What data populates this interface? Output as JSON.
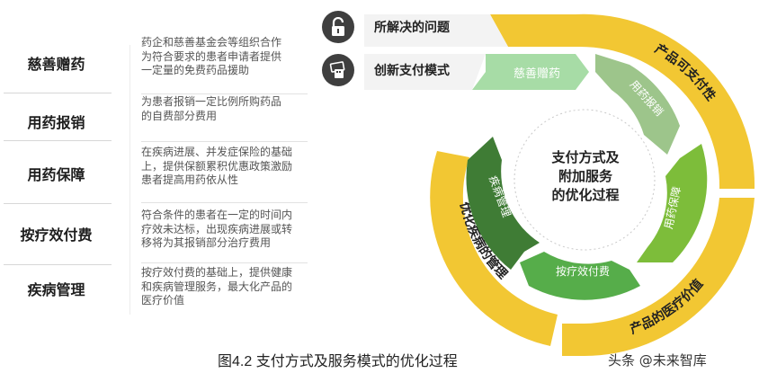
{
  "table": {
    "rows": [
      {
        "name": "慈善赠药",
        "desc": [
          "药企和慈善基金会等组织合作",
          "为符合要求的患者申请者提供",
          "一定量的免费药品援助"
        ]
      },
      {
        "name": "用药报销",
        "desc": [
          "为患者报销一定比例所购药品",
          "的自费部分费用"
        ]
      },
      {
        "name": "用药保障",
        "desc": [
          "在疾病进展、并发症保险的基础",
          "上，提供保额累积优惠政策激励",
          "患者提高用药依从性"
        ]
      },
      {
        "name": "按疗效付费",
        "desc": [
          "符合条件的患者在一定的时间内",
          "疗效未达标，出现疾病进展或转",
          "移将为其报销部分治疗费用"
        ]
      },
      {
        "name": "疾病管理",
        "desc": [
          "按疗效付费的基础上，提供健康",
          "和疾病管理服务，最大化产品的",
          "医疗价值"
        ]
      }
    ]
  },
  "legend": [
    {
      "icon": "unlock-icon",
      "label": "所解决的问题",
      "color": "#f2c733"
    },
    {
      "icon": "card-payment-icon",
      "label": "创新支付模式",
      "color": "#9fd39a"
    }
  ],
  "diagram": {
    "center_text": [
      "支付方式及",
      "附加服务",
      "的优化过程"
    ],
    "outer_ring": [
      {
        "label": "产品可支付性",
        "color": "#f2c733"
      },
      {
        "label": "产品的医疗价值",
        "color": "#f2c733"
      },
      {
        "label": "优化疾病的管理",
        "color": "#f2c733"
      }
    ],
    "inner_arrows": [
      {
        "label": "慈善赠药",
        "color": "#a7dca6"
      },
      {
        "label": "用药报销",
        "color": "#9dc58b"
      },
      {
        "label": "用药保障",
        "color": "#7dbd3a"
      },
      {
        "label": "按疗效付费",
        "color": "#56ad4a"
      },
      {
        "label": "疾病管理",
        "color": "#3f7c35"
      }
    ]
  },
  "caption": "图4.2 支付方式及服务模式的优化过程",
  "watermark": "头条 @未来智库"
}
